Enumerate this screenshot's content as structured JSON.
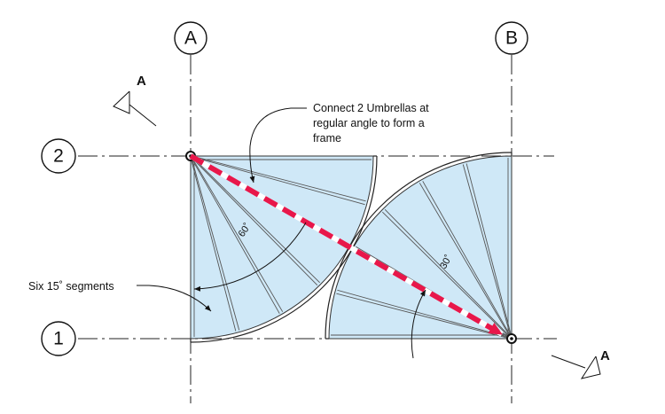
{
  "grid": {
    "columns": [
      {
        "label": "A"
      },
      {
        "label": "B"
      }
    ],
    "rows": [
      {
        "label": "2"
      },
      {
        "label": "1"
      }
    ]
  },
  "section_marks": [
    {
      "label": "A"
    },
    {
      "label": "A"
    }
  ],
  "annotations": {
    "connect_note": [
      "Connect 2 Umbrellas at",
      "regular angle to form a",
      "frame"
    ],
    "segments_note": "Six 15˚ segments",
    "angle_60": "60˚",
    "angle_30": "30˚"
  },
  "colors": {
    "canopy": "#cfe8f7",
    "frame_dash": "#e8174a",
    "ink": "#111111"
  }
}
